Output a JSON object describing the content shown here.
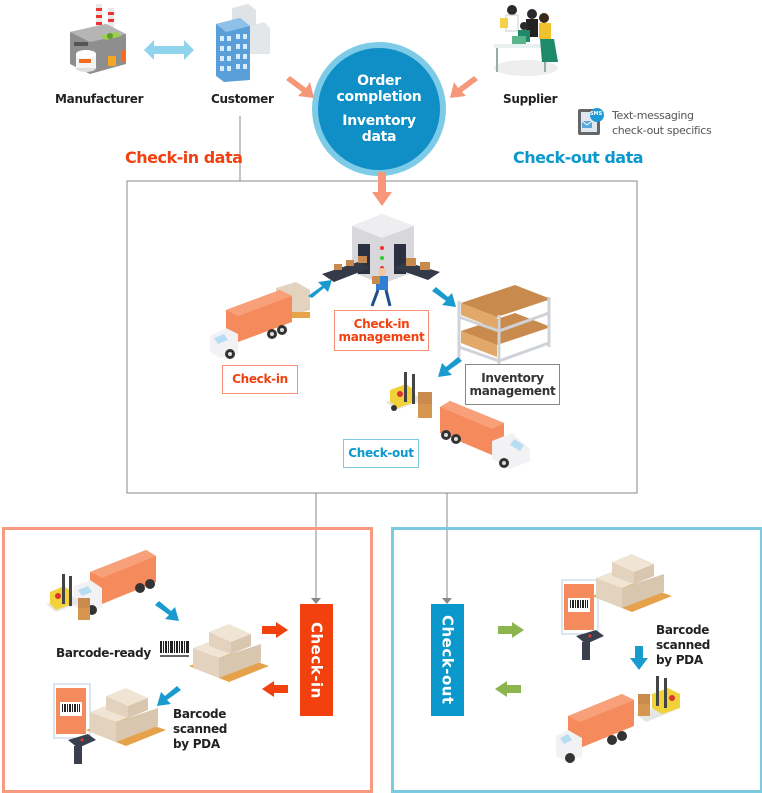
{
  "top": {
    "manufacturer_label": "Manufacturer",
    "customer_label": "Customer",
    "supplier_label": "Supplier",
    "hub": {
      "line1": "Order",
      "line2": "completion",
      "line3": "Inventory",
      "line4": "data"
    },
    "sms_note": {
      "badge": "SMS",
      "line1": "Text-messaging",
      "line2": "check-out specifics"
    },
    "checkin_data_label": "Check-in data",
    "checkout_data_label": "Check-out data"
  },
  "warehouse": {
    "checkin_label": "Check-in",
    "checkin_management_line1": "Check-in",
    "checkin_management_line2": "management",
    "inventory_management_line1": "Inventory",
    "inventory_management_line2": "management",
    "checkout_label": "Check-out"
  },
  "checkin_panel": {
    "bar_label": "Check-in",
    "barcode_ready_label": "Barcode-ready",
    "scanned_line1": "Barcode",
    "scanned_line2": "scanned",
    "scanned_line3": "by PDA"
  },
  "checkout_panel": {
    "bar_label": "Check-out",
    "scanned_line1": "Barcode",
    "scanned_line2": "scanned",
    "scanned_line3": "by PDA"
  },
  "colors": {
    "checkin_accent": "#f2400f",
    "checkin_border": "#f79a80",
    "checkout_accent": "#0b98cd",
    "checkout_border": "#7ccbe0",
    "salmon_arrow": "#f7977a",
    "blue_arrow": "#1a9bd0",
    "green_arrow": "#8db54e",
    "hub_fill": "#0f8fc6",
    "hub_ring": "#7ecbe8",
    "line_gray": "#888888",
    "truck_orange": "#f58a5c"
  }
}
